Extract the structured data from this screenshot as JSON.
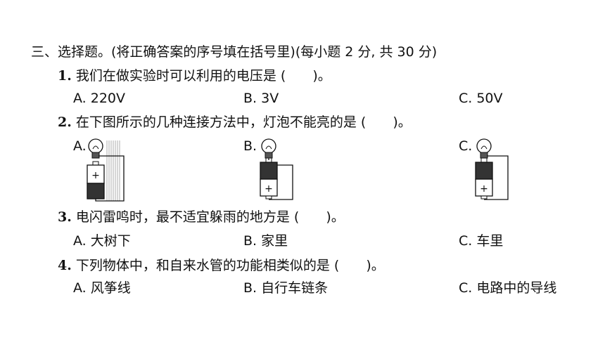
{
  "section": {
    "heading": "三、选择题。(将正确答案的序号填在括号里)(每小题 2 分, 共 30 分)"
  },
  "questions": [
    {
      "number": "1.",
      "text": "我们在做实验时可以利用的电压是 (　　)。",
      "options": [
        "A. 220V",
        "B. 3V",
        "C. 50V"
      ]
    },
    {
      "number": "2.",
      "text": "在下图所示的几种连接方法中，灯泡不能亮的是 (　　)。",
      "options": [
        "A.",
        "B.",
        "C."
      ]
    },
    {
      "number": "3.",
      "text": "电闪雷鸣时，最不适宜躲雨的地方是 (　　)。",
      "options": [
        "A. 大树下",
        "B. 家里",
        "C. 车里"
      ]
    },
    {
      "number": "4.",
      "text": "下列物体中，和自来水管的功能相类似的是 (　　)。",
      "options": [
        "A. 风筝线",
        "B. 自行车链条",
        "C. 电路中的导线"
      ]
    }
  ],
  "battery": {
    "plus": "+"
  }
}
